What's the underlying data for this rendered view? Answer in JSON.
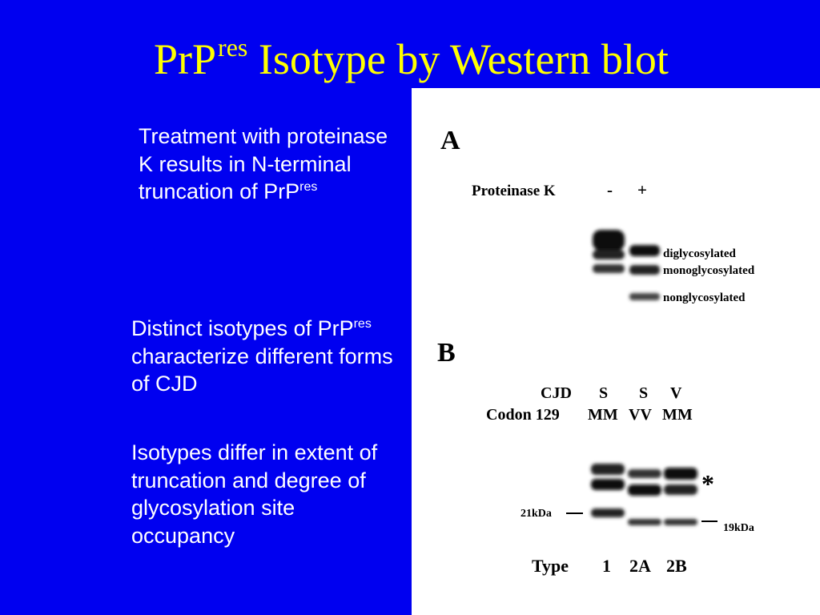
{
  "slide": {
    "title_main": "PrP",
    "title_sup": "res",
    "title_rest": " Isotype by Western blot",
    "colors": {
      "background": "#0000f0",
      "title": "#ffff00",
      "text": "#ffffff"
    }
  },
  "bullets": [
    {
      "text": "Treatment with proteinase K results in N-terminal truncation of PrP",
      "sup": "res",
      "after": ""
    },
    {
      "text": "Distinct isotypes of PrP",
      "sup": "res",
      "after": " characterize different forms of CJD"
    },
    {
      "text": "Isotypes differ in extent of truncation and degree of glycosylation site occupancy",
      "sup": "",
      "after": ""
    }
  ],
  "figure": {
    "panel_a": {
      "letter": "A",
      "row_label": "Proteinase K",
      "lanes": [
        "-",
        "+"
      ],
      "bands": [
        "diglycosylated",
        "monoglycosylated",
        "nonglycosylated"
      ]
    },
    "panel_b": {
      "letter": "B",
      "row1_label": "CJD",
      "row1_values": [
        "S",
        "S",
        "V"
      ],
      "row2_label": "Codon 129",
      "row2_values": [
        "MM",
        "VV",
        "MM"
      ],
      "marker_left": "21kDa",
      "marker_right": "19kDa",
      "asterisk": "*",
      "type_label": "Type",
      "types": [
        "1",
        "2A",
        "2B"
      ]
    }
  }
}
